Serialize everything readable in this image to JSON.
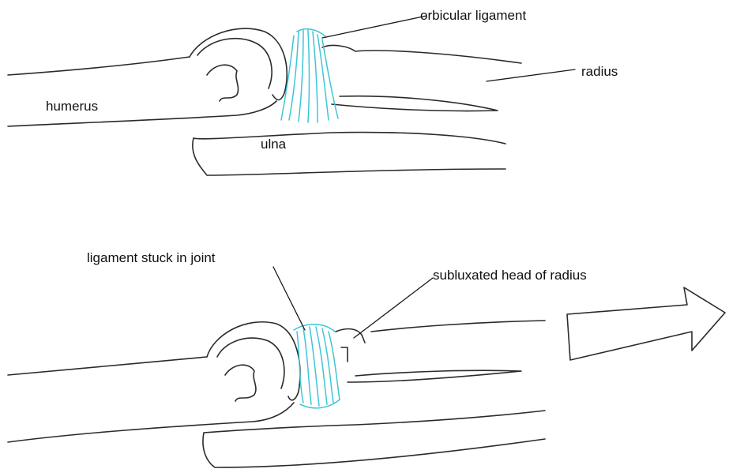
{
  "colors": {
    "ink": "#2a2a2a",
    "ligament": "#3ec6d6",
    "background": "#ffffff"
  },
  "labels": {
    "orbicular_ligament": "orbicular ligament",
    "radius": "radius",
    "humerus": "humerus",
    "ulna": "ulna",
    "ligament_stuck": "ligament stuck in joint",
    "subluxated_head": "subluxated head of radius"
  }
}
